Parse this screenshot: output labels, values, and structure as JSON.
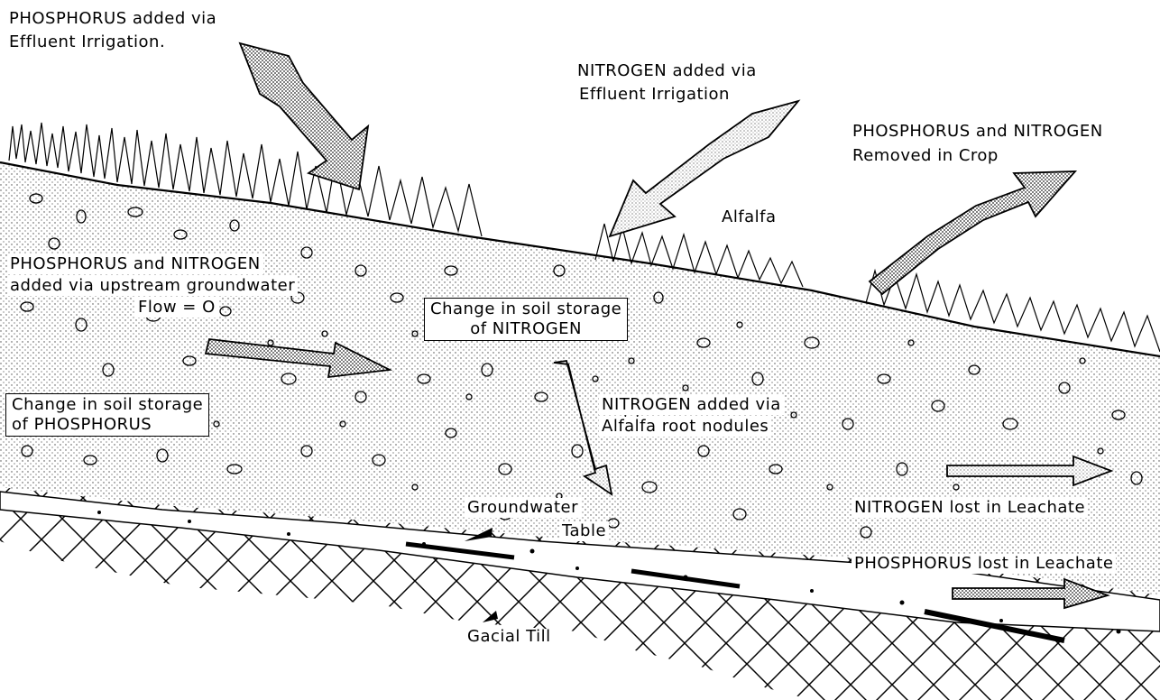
{
  "labels": {
    "phos_irrigation_1": "PHOSPHORUS added via",
    "phos_irrigation_2": "Effluent Irrigation.",
    "nitro_irrigation_1": "NITROGEN added via",
    "nitro_irrigation_2": "Effluent Irrigation",
    "removed_crop_1": "PHOSPHORUS and NITROGEN",
    "removed_crop_2": "Removed in Crop",
    "alfalfa": "Alfalfa",
    "upstream_1": "PHOSPHORUS and NITROGEN",
    "upstream_2": "added via upstream groundwater",
    "upstream_3": "Flow = O",
    "soil_n_1": "Change in soil storage",
    "soil_n_2": "of NITROGEN",
    "soil_p_1": "Change in soil storage",
    "soil_p_2": "of PHOSPHORUS",
    "nodules_1": "NITROGEN added via",
    "nodules_2": "Alfalfa root nodules",
    "groundwater_1": "Groundwater",
    "groundwater_2": "Table",
    "n_leachate": "NITROGEN lost in Leachate",
    "p_leachate": "PHOSPHORUS lost in Leachate",
    "glacial_till": "Gacial Till"
  },
  "colors": {
    "ink": "#000000",
    "paper": "#ffffff",
    "stipple": "#555555"
  }
}
